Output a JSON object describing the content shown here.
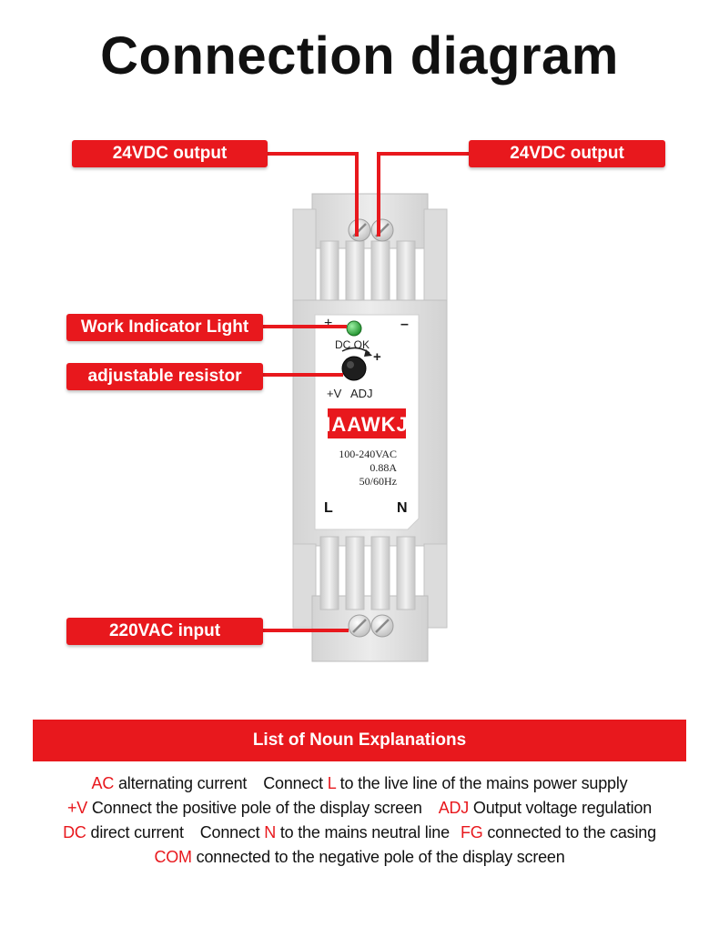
{
  "title": "Connection diagram",
  "callouts": {
    "output_left": "24VDC output",
    "output_right": "24VDC output",
    "work_light": "Work Indicator Light",
    "adj_resistor": "adjustable resistor",
    "ac_input": "220VAC input"
  },
  "device": {
    "plus_sign": "+",
    "minus_sign": "–",
    "dc_ok": "DC OK",
    "arrow_plus": "+",
    "plus_v": "+V",
    "adj": "ADJ",
    "logo": "IAAWKJ",
    "voltage": "100-240VAC",
    "current": "0.88A",
    "frequency": "50/60Hz",
    "L": "L",
    "N": "N"
  },
  "colors": {
    "accent": "#e8181d",
    "case": "#e6e6e6",
    "led": "#2fae3c"
  },
  "explanations": {
    "heading": "List of Noun Explanations",
    "rows": [
      [
        {
          "term": "AC",
          "text": " alternating current"
        },
        {
          "pre": "Connect ",
          "term": "L",
          "text": " to the live line of the mains power supply"
        }
      ],
      [
        {
          "term": "+V",
          "text": " Connect the positive pole of the display screen"
        },
        {
          "term": "ADJ",
          "text": " Output voltage regulation"
        }
      ],
      [
        {
          "term": "DC",
          "text": " direct current"
        },
        {
          "pre": "Connect ",
          "term": "N",
          "text": " to the mains neutral line"
        },
        {
          "term": "FG",
          "text": " connected to the casing"
        }
      ],
      [
        {
          "term": "COM",
          "text": " connected to the negative pole of the display screen"
        }
      ]
    ]
  }
}
